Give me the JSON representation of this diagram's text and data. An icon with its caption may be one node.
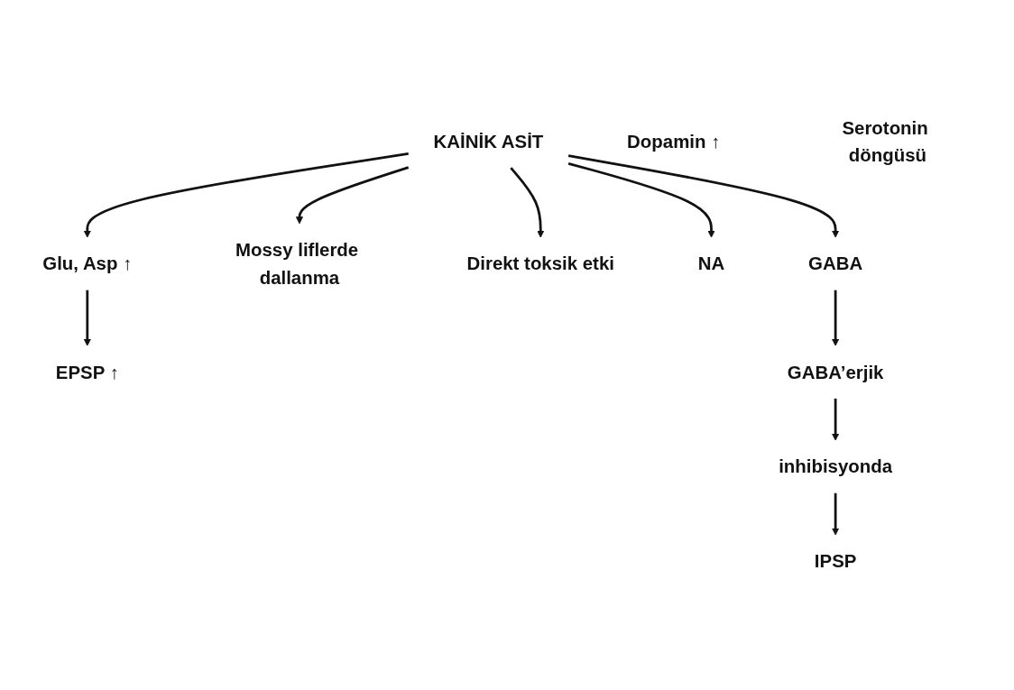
{
  "diagram": {
    "nodes": [
      {
        "text": [
          "EPSP ↑"
        ]
      },
      {
        "text": [
          "Glu, Asp ↑"
        ]
      },
      {
        "text": [
          "Mossy liflerde dallanma"
        ]
      },
      {
        "text": [
          "KAİNİK ASİT"
        ]
      },
      {
        "text": [
          "Direkt toksik etki"
        ]
      },
      {
        "text": [
          "NA"
        ]
      },
      {
        "text": [
          "Dopamin ↑"
        ]
      },
      {
        "text": [
          "Serotonin döngüsü"
        ]
      },
      {
        "text": [
          "GABA"
        ]
      },
      {
        "text": [
          "GABA’erjik"
        ]
      },
      {
        "text": [
          "inhibisyonda"
        ]
      },
      {
        "text": [
          "IPSP"
        ]
      }
    ],
    "edges": [
      {
        "from": 3,
        "to": 1,
        "arrow": "to"
      },
      {
        "from": 1,
        "to": 0,
        "arrow": "to"
      },
      {
        "from": 3,
        "to": 2,
        "arrow": "to"
      },
      {
        "from": 3,
        "to": 4,
        "arrow": "to"
      },
      {
        "from": 3,
        "to": 5,
        "arrow": "to"
      },
      {
        "from": 3,
        "to": 8,
        "arrow": "to"
      },
      {
        "from": 8,
        "to": 9,
        "arrow": "to"
      },
      {
        "from": 9,
        "to": 10,
        "arrow": "to"
      },
      {
        "from": 10,
        "to": 11,
        "arrow": "to"
      }
    ]
  }
}
